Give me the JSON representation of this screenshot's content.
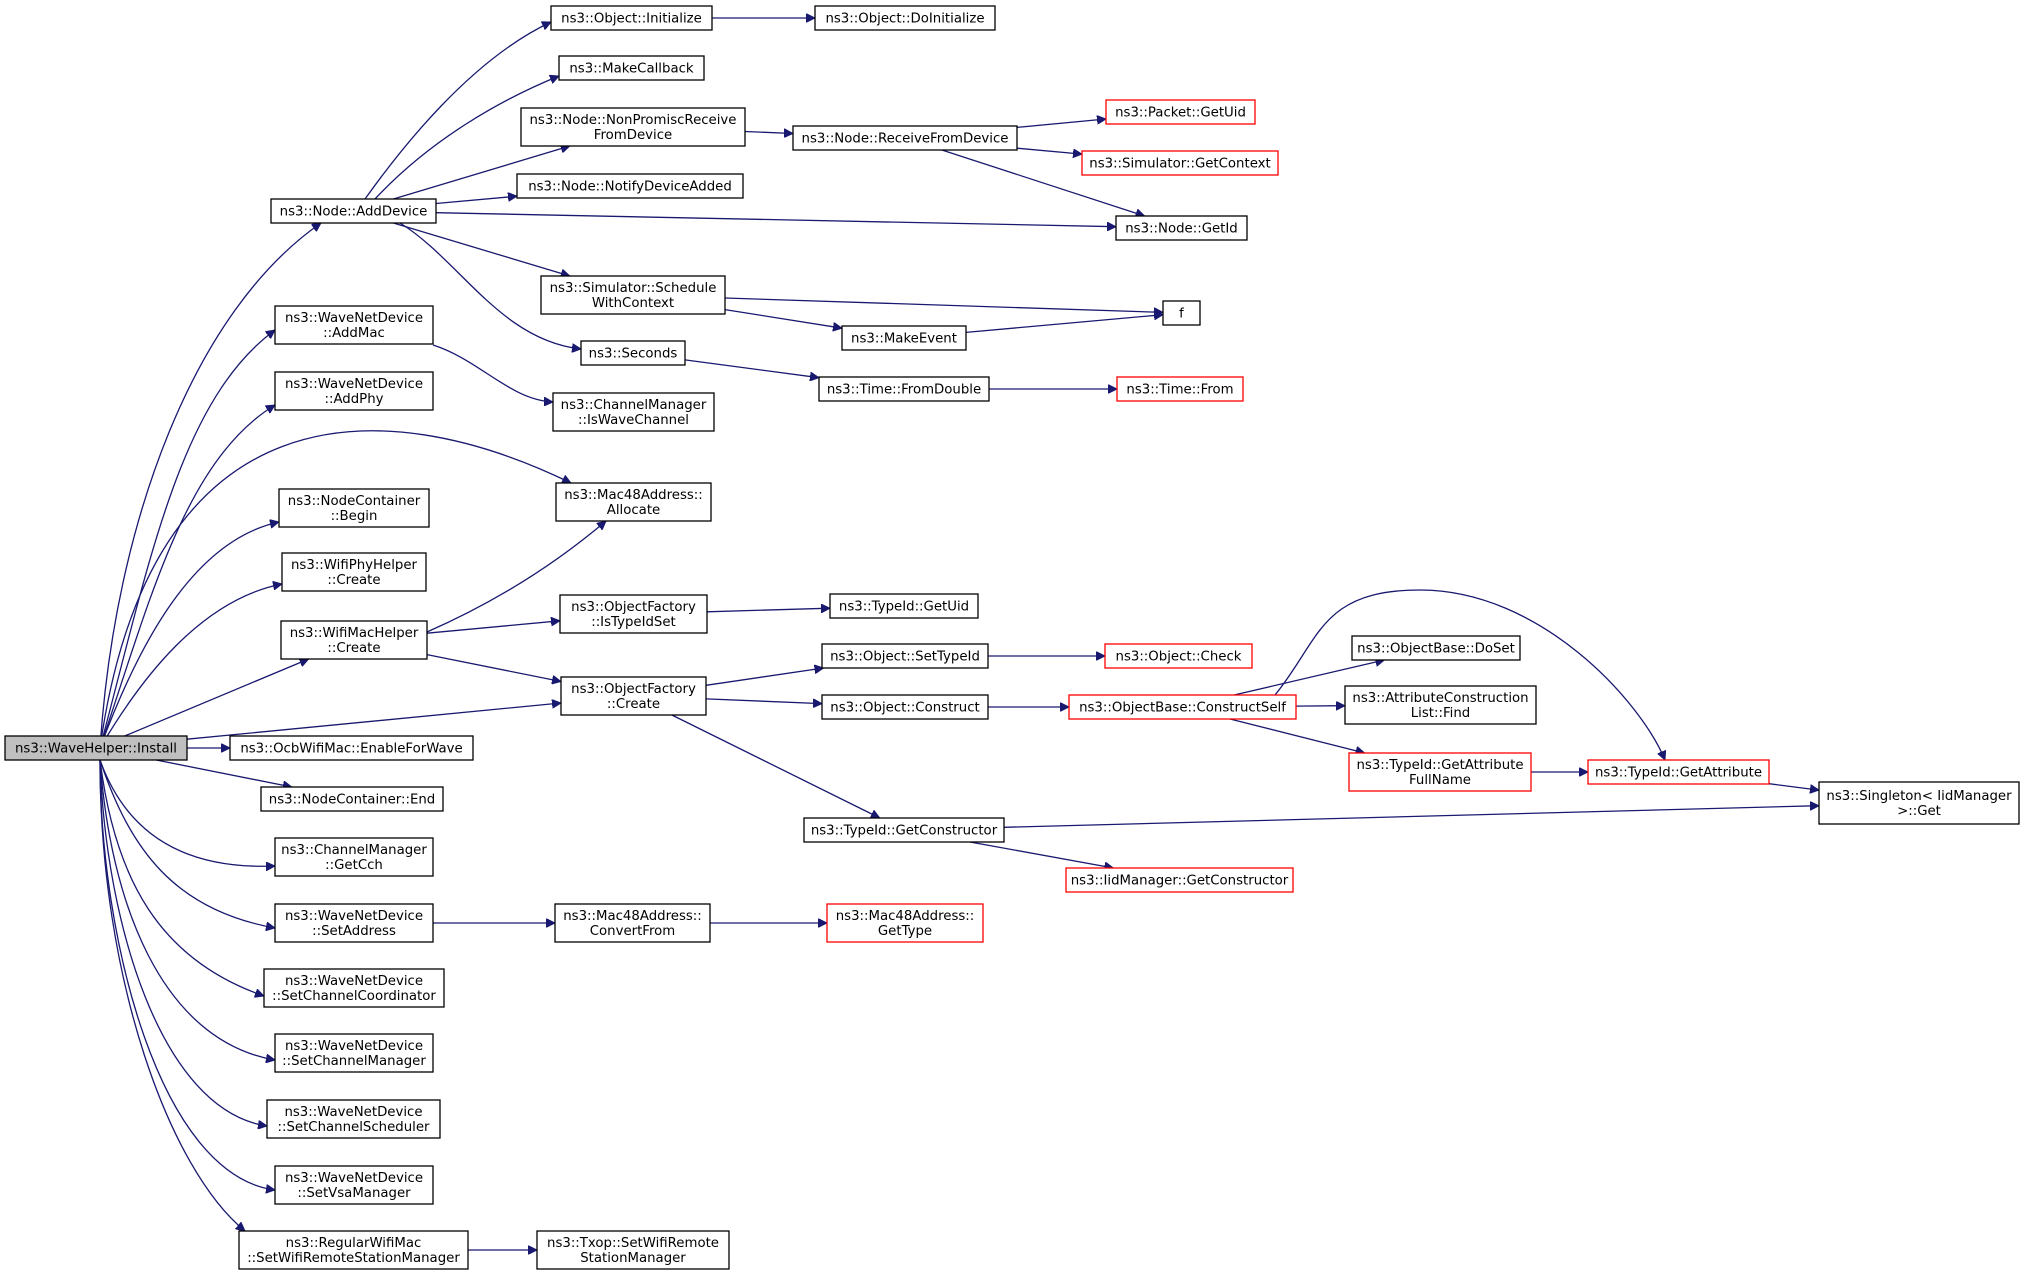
{
  "colors": {
    "edge": "#191970",
    "node_border": "#000000",
    "external_node_border": "#ff0000",
    "root_fill": "#bfbfbf"
  },
  "nodes": {
    "install": {
      "lines": [
        "ns3::WaveHelper::Install"
      ],
      "style": "root"
    },
    "obj_init": {
      "lines": [
        "ns3::Object::Initialize"
      ],
      "style": "plain"
    },
    "obj_doinit": {
      "lines": [
        "ns3::Object::DoInitialize"
      ],
      "style": "plain"
    },
    "makecallback": {
      "lines": [
        "ns3::MakeCallback"
      ],
      "style": "plain"
    },
    "nonpromisc": {
      "lines": [
        "ns3::Node::NonPromiscReceive",
        "FromDevice"
      ],
      "style": "plain"
    },
    "recvfromdev": {
      "lines": [
        "ns3::Node::ReceiveFromDevice"
      ],
      "style": "plain"
    },
    "packet_getuid": {
      "lines": [
        "ns3::Packet::GetUid"
      ],
      "style": "red"
    },
    "sim_getcontext": {
      "lines": [
        "ns3::Simulator::GetContext"
      ],
      "style": "red"
    },
    "notifydev": {
      "lines": [
        "ns3::Node::NotifyDeviceAdded"
      ],
      "style": "plain"
    },
    "adddevice": {
      "lines": [
        "ns3::Node::AddDevice"
      ],
      "style": "plain"
    },
    "node_getid": {
      "lines": [
        "ns3::Node::GetId"
      ],
      "style": "plain"
    },
    "schedwithctx": {
      "lines": [
        "ns3::Simulator::Schedule",
        "WithContext"
      ],
      "style": "plain"
    },
    "f": {
      "lines": [
        "f"
      ],
      "style": "plain"
    },
    "makeevent": {
      "lines": [
        "ns3::MakeEvent"
      ],
      "style": "plain"
    },
    "addmac": {
      "lines": [
        "ns3::WaveNetDevice",
        "::AddMac"
      ],
      "style": "plain"
    },
    "seconds": {
      "lines": [
        "ns3::Seconds"
      ],
      "style": "plain"
    },
    "fromdouble": {
      "lines": [
        "ns3::Time::FromDouble"
      ],
      "style": "plain"
    },
    "time_from": {
      "lines": [
        "ns3::Time::From"
      ],
      "style": "red"
    },
    "addphy": {
      "lines": [
        "ns3::WaveNetDevice",
        "::AddPhy"
      ],
      "style": "plain"
    },
    "iswave": {
      "lines": [
        "ns3::ChannelManager",
        "::IsWaveChannel"
      ],
      "style": "plain"
    },
    "mac48alloc": {
      "lines": [
        "ns3::Mac48Address::",
        "Allocate"
      ],
      "style": "plain"
    },
    "nc_begin": {
      "lines": [
        "ns3::NodeContainer",
        "::Begin"
      ],
      "style": "plain"
    },
    "phy_create": {
      "lines": [
        "ns3::WifiPhyHelper",
        "::Create"
      ],
      "style": "plain"
    },
    "istypeidset": {
      "lines": [
        "ns3::ObjectFactory",
        "::IsTypeIdSet"
      ],
      "style": "plain"
    },
    "typeid_getuid": {
      "lines": [
        "ns3::TypeId::GetUid"
      ],
      "style": "plain"
    },
    "mac_create": {
      "lines": [
        "ns3::WifiMacHelper",
        "::Create"
      ],
      "style": "plain"
    },
    "setttypeid": {
      "lines": [
        "ns3::Object::SetTypeId"
      ],
      "style": "plain"
    },
    "obj_check": {
      "lines": [
        "ns3::Object::Check"
      ],
      "style": "red"
    },
    "doset": {
      "lines": [
        "ns3::ObjectBase::DoSet"
      ],
      "style": "plain"
    },
    "of_create": {
      "lines": [
        "ns3::ObjectFactory",
        "::Create"
      ],
      "style": "plain"
    },
    "obj_construct": {
      "lines": [
        "ns3::Object::Construct"
      ],
      "style": "plain"
    },
    "constructself": {
      "lines": [
        "ns3::ObjectBase::ConstructSelf"
      ],
      "style": "red"
    },
    "acl_find": {
      "lines": [
        "ns3::AttributeConstruction",
        "List::Find"
      ],
      "style": "plain"
    },
    "enableforwave": {
      "lines": [
        "ns3::OcbWifiMac::EnableForWave"
      ],
      "style": "plain"
    },
    "getattrfull": {
      "lines": [
        "ns3::TypeId::GetAttribute",
        "FullName"
      ],
      "style": "red"
    },
    "getattr": {
      "lines": [
        "ns3::TypeId::GetAttribute"
      ],
      "style": "red"
    },
    "singleton": {
      "lines": [
        "ns3::Singleton< IidManager",
        " >::Get"
      ],
      "style": "plain"
    },
    "nc_end": {
      "lines": [
        "ns3::NodeContainer::End"
      ],
      "style": "plain"
    },
    "getconstructor": {
      "lines": [
        "ns3::TypeId::GetConstructor"
      ],
      "style": "plain"
    },
    "getcch": {
      "lines": [
        "ns3::ChannelManager",
        "::GetCch"
      ],
      "style": "plain"
    },
    "iid_getctor": {
      "lines": [
        "ns3::IidManager::GetConstructor"
      ],
      "style": "red"
    },
    "setaddress": {
      "lines": [
        "ns3::WaveNetDevice",
        "::SetAddress"
      ],
      "style": "plain"
    },
    "convertfrom": {
      "lines": [
        "ns3::Mac48Address::",
        "ConvertFrom"
      ],
      "style": "plain"
    },
    "mac48gettype": {
      "lines": [
        "ns3::Mac48Address::",
        "GetType"
      ],
      "style": "red"
    },
    "setchcoord": {
      "lines": [
        "ns3::WaveNetDevice",
        "::SetChannelCoordinator"
      ],
      "style": "plain"
    },
    "setchmgr": {
      "lines": [
        "ns3::WaveNetDevice",
        "::SetChannelManager"
      ],
      "style": "plain"
    },
    "setchsched": {
      "lines": [
        "ns3::WaveNetDevice",
        "::SetChannelScheduler"
      ],
      "style": "plain"
    },
    "setvsa": {
      "lines": [
        "ns3::WaveNetDevice",
        "::SetVsaManager"
      ],
      "style": "plain"
    },
    "setrsm_regular": {
      "lines": [
        "ns3::RegularWifiMac",
        "::SetWifiRemoteStationManager"
      ],
      "style": "plain"
    },
    "setrsm_txop": {
      "lines": [
        "ns3::Txop::SetWifiRemote",
        "StationManager"
      ],
      "style": "plain"
    }
  },
  "edges": [
    [
      "install",
      "adddevice"
    ],
    [
      "install",
      "addmac"
    ],
    [
      "install",
      "addphy"
    ],
    [
      "install",
      "mac48alloc"
    ],
    [
      "install",
      "nc_begin"
    ],
    [
      "install",
      "phy_create"
    ],
    [
      "install",
      "mac_create"
    ],
    [
      "install",
      "of_create"
    ],
    [
      "install",
      "enableforwave"
    ],
    [
      "install",
      "nc_end"
    ],
    [
      "install",
      "getcch"
    ],
    [
      "install",
      "setaddress"
    ],
    [
      "install",
      "setchcoord"
    ],
    [
      "install",
      "setchmgr"
    ],
    [
      "install",
      "setchsched"
    ],
    [
      "install",
      "setvsa"
    ],
    [
      "install",
      "setrsm_regular"
    ],
    [
      "adddevice",
      "obj_init"
    ],
    [
      "adddevice",
      "makecallback"
    ],
    [
      "adddevice",
      "nonpromisc"
    ],
    [
      "adddevice",
      "notifydev"
    ],
    [
      "adddevice",
      "node_getid"
    ],
    [
      "adddevice",
      "schedwithctx"
    ],
    [
      "adddevice",
      "seconds"
    ],
    [
      "obj_init",
      "obj_doinit"
    ],
    [
      "nonpromisc",
      "recvfromdev"
    ],
    [
      "recvfromdev",
      "packet_getuid"
    ],
    [
      "recvfromdev",
      "sim_getcontext"
    ],
    [
      "recvfromdev",
      "node_getid"
    ],
    [
      "schedwithctx",
      "f"
    ],
    [
      "schedwithctx",
      "makeevent"
    ],
    [
      "makeevent",
      "f"
    ],
    [
      "seconds",
      "fromdouble"
    ],
    [
      "fromdouble",
      "time_from"
    ],
    [
      "addmac",
      "iswave"
    ],
    [
      "mac_create",
      "mac48alloc"
    ],
    [
      "mac_create",
      "istypeidset"
    ],
    [
      "mac_create",
      "of_create"
    ],
    [
      "istypeidset",
      "typeid_getuid"
    ],
    [
      "of_create",
      "setttypeid"
    ],
    [
      "of_create",
      "obj_construct"
    ],
    [
      "of_create",
      "getconstructor"
    ],
    [
      "setttypeid",
      "obj_check"
    ],
    [
      "obj_construct",
      "constructself"
    ],
    [
      "constructself",
      "doset"
    ],
    [
      "constructself",
      "acl_find"
    ],
    [
      "constructself",
      "getattrfull"
    ],
    [
      "constructself",
      "getattr"
    ],
    [
      "getattrfull",
      "getattr"
    ],
    [
      "getattr",
      "singleton"
    ],
    [
      "getconstructor",
      "singleton"
    ],
    [
      "getconstructor",
      "iid_getctor"
    ],
    [
      "setaddress",
      "convertfrom"
    ],
    [
      "convertfrom",
      "mac48gettype"
    ],
    [
      "setrsm_regular",
      "setrsm_txop"
    ]
  ]
}
